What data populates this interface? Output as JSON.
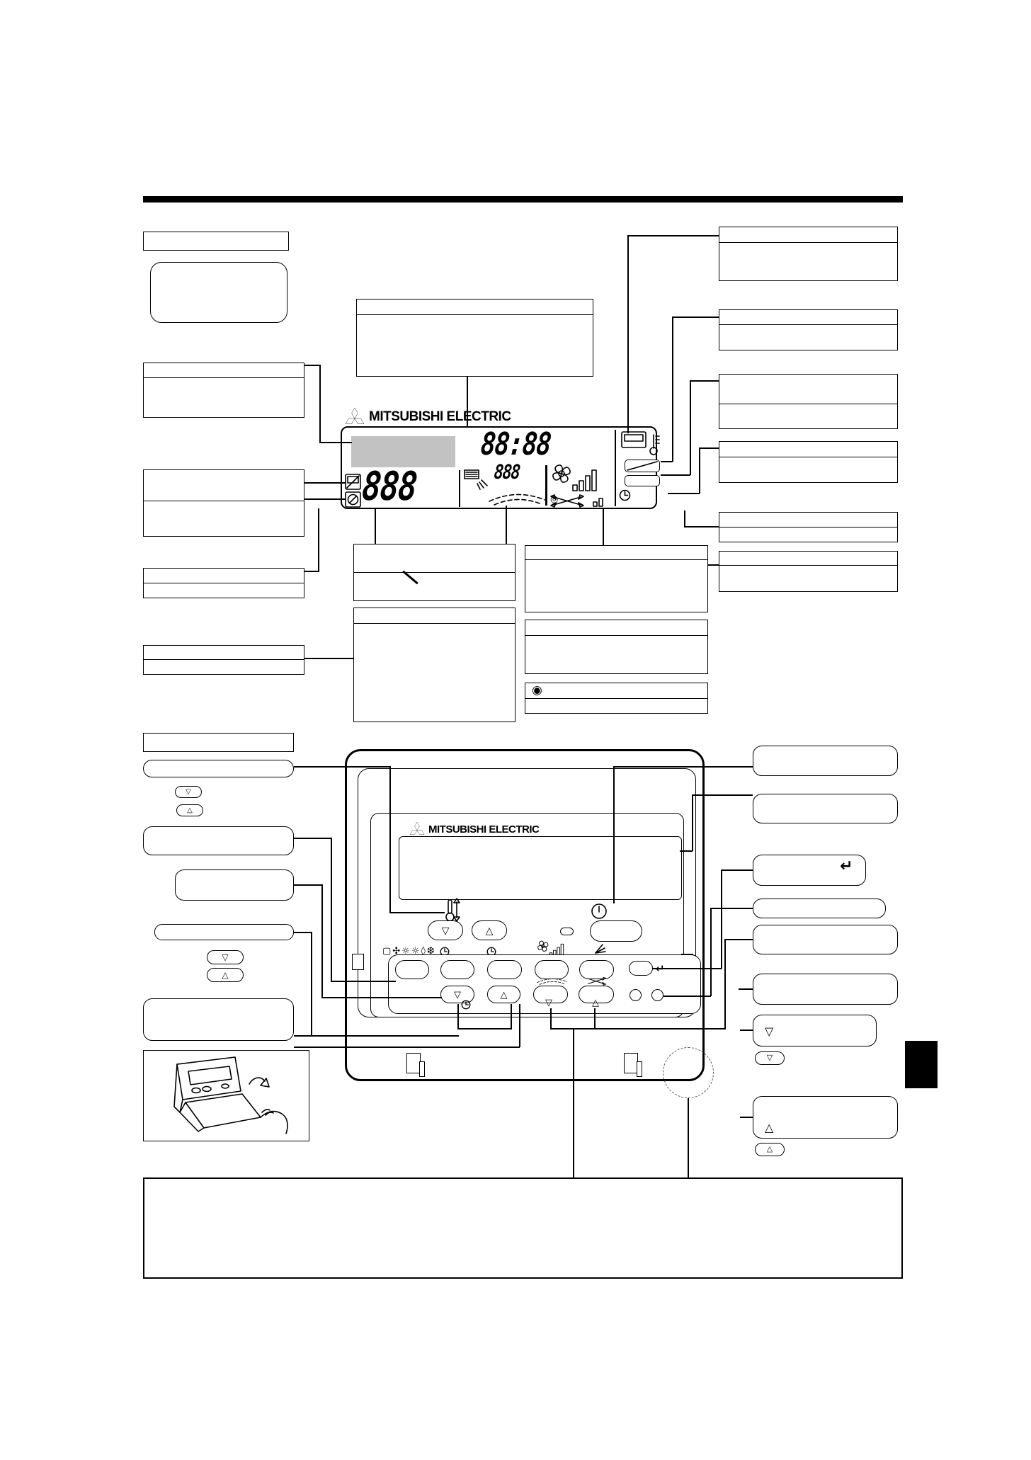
{
  "brand": {
    "logo_text": "MITSUBISHI ELECTRIC"
  },
  "glyphs": {
    "down": "▽",
    "up": "△",
    "enter": "↵",
    "swing_target": "◎",
    "selected_dot": "◉"
  },
  "lcd_display": {
    "clock": "88:88",
    "temperature": "888",
    "timer": "888"
  },
  "remote": {
    "mode_icon_strip": "▢✣☼☼◊❆"
  },
  "colors": {
    "ink": "#000000",
    "paper": "#ffffff",
    "lcd_gray": "#c2c2c2"
  }
}
